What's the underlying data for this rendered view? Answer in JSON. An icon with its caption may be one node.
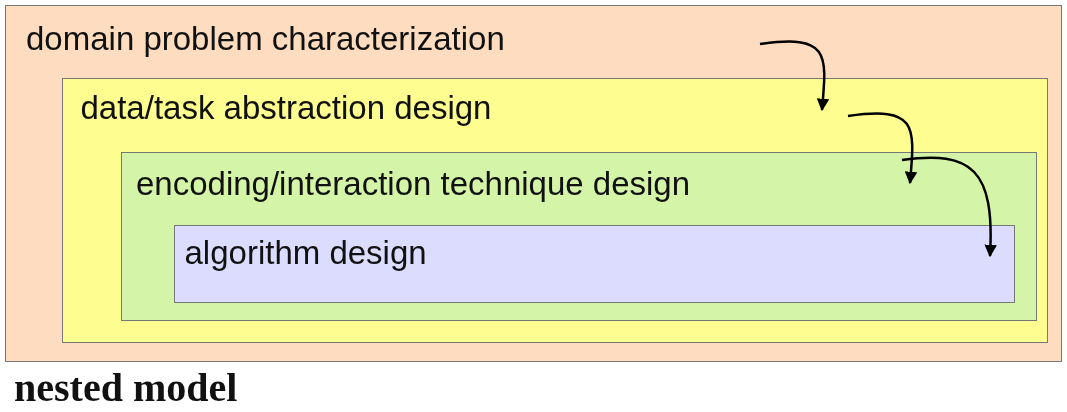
{
  "diagram": {
    "caption": "nested model",
    "nodes": [
      {
        "text": [
          "domain problem characterization"
        ]
      },
      {
        "text": [
          "data/task abstraction design"
        ],
        "in": 0
      },
      {
        "text": [
          "encoding/interaction technique design"
        ],
        "in": 1
      },
      {
        "text": [
          "algorithm design"
        ],
        "in": 2
      }
    ],
    "edges": [
      {
        "from": 0,
        "to": 1,
        "arrow": "to"
      },
      {
        "from": 1,
        "to": 2,
        "arrow": "to"
      },
      {
        "from": 2,
        "to": 3,
        "arrow": "to"
      }
    ]
  }
}
